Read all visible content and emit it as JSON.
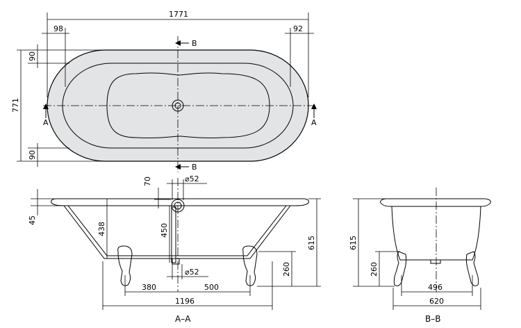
{
  "dims": {
    "overall_length": "1771",
    "left_offset": "98",
    "right_offset": "92",
    "rim_top": "90",
    "rim_bottom": "90",
    "overall_width": "771",
    "rim_height": "45",
    "overflow_height": "70",
    "overflow_diameter": "⌀52",
    "inner_depth": "438",
    "drain_height": "450",
    "total_height": "615",
    "leg_height": "260",
    "drain_diameter": "⌀52",
    "drain_to_leg": "380",
    "drain_to_right_leg": "500",
    "leg_span": "1196",
    "side_total_height": "615",
    "side_leg_height": "260",
    "side_leg_span": "496",
    "side_overall_width": "620"
  },
  "section_marks": {
    "a_left": "A",
    "a_right": "A",
    "b_top": "B",
    "b_bottom": "B"
  },
  "views": {
    "front": "A–A",
    "side": "B–B"
  }
}
